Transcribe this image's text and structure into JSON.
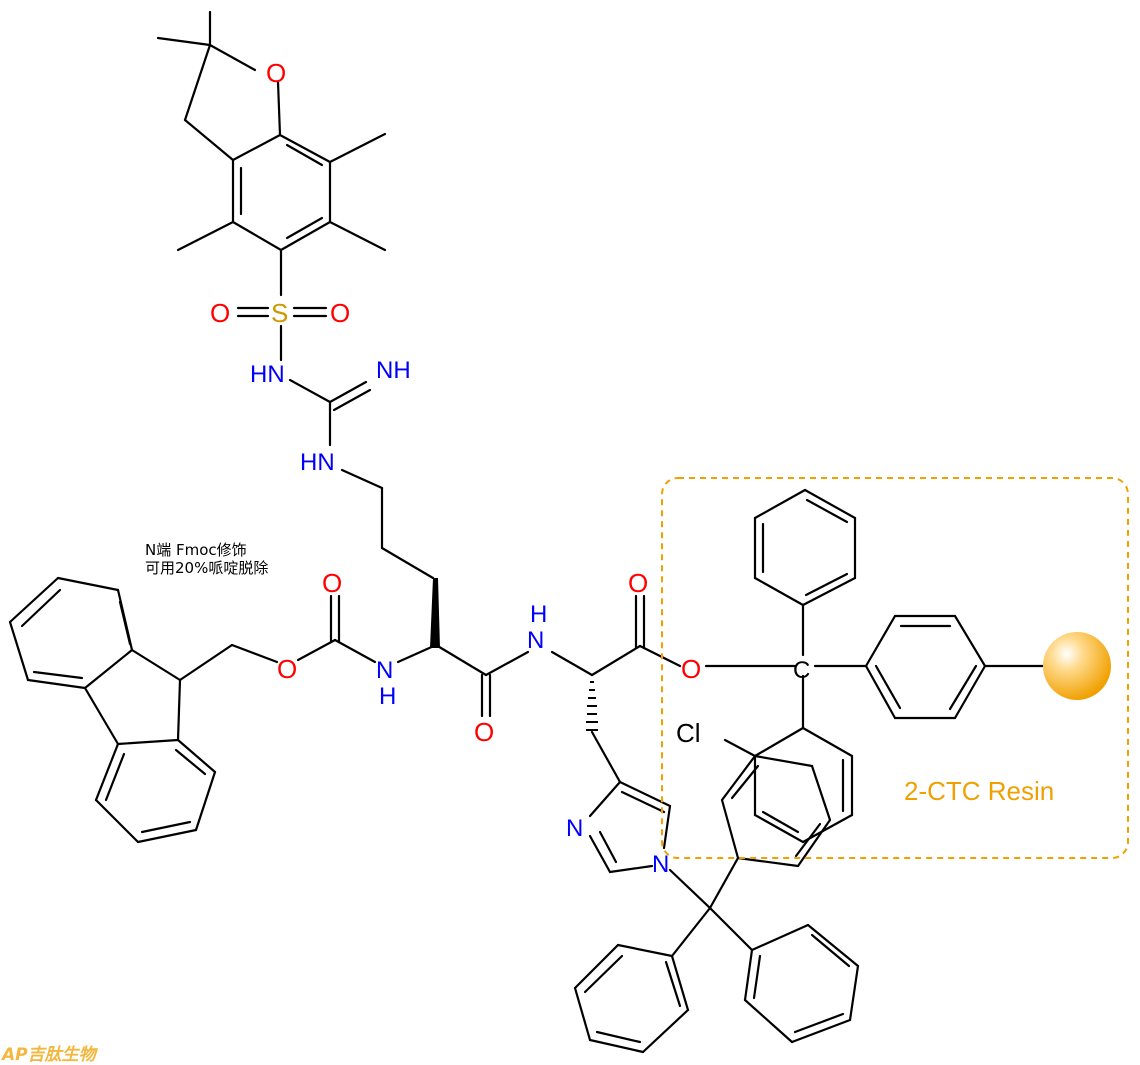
{
  "atom_labels": {
    "O": "O",
    "S": "S",
    "N": "N",
    "HN": "HN",
    "NH": "NH",
    "H": "H",
    "C": "C",
    "Cl": "Cl"
  },
  "annotation": {
    "line1": "N端 Fmoc修饰",
    "line2": "可用20%哌啶脱除"
  },
  "resin": {
    "label": "2-CTC Resin"
  },
  "watermark": {
    "text": "AP吉肽生物"
  },
  "colors": {
    "bond": "#000000",
    "oxygen": "#ff0000",
    "nitrogen": "#0000ff",
    "sulfur": "#cc9900",
    "resin": "#f0a000",
    "resin_box": "#f0a000",
    "watermark": "#f0a000"
  }
}
